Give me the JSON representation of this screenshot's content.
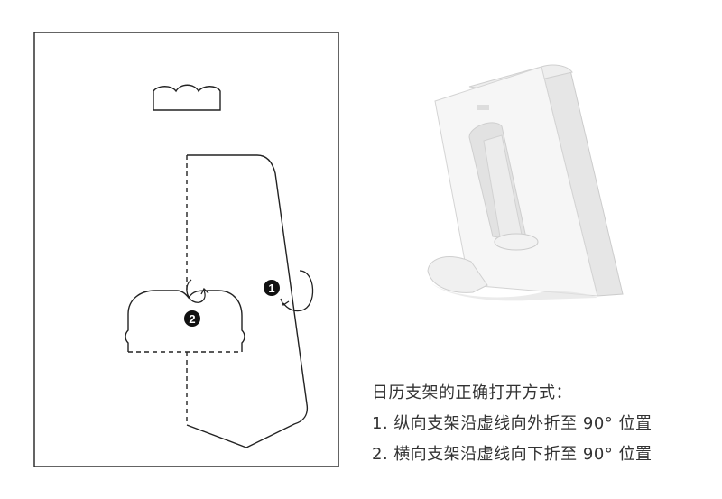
{
  "instructions": {
    "heading": "日历支架的正确打开方式：",
    "steps": [
      {
        "number": "1.",
        "text": "纵向支架沿虚线向外折至 90° 位置"
      },
      {
        "number": "2.",
        "text": "横向支架沿虚线向下折至 90° 位置"
      }
    ]
  },
  "markers": {
    "marker_1": "1",
    "marker_2": "2"
  },
  "colors": {
    "line": "#222222",
    "marker_fill": "#111111",
    "marker_text": "#ffffff",
    "photo_paper": "#f4f4f4",
    "photo_shadow": "#d9d9d9",
    "text": "#333333"
  }
}
